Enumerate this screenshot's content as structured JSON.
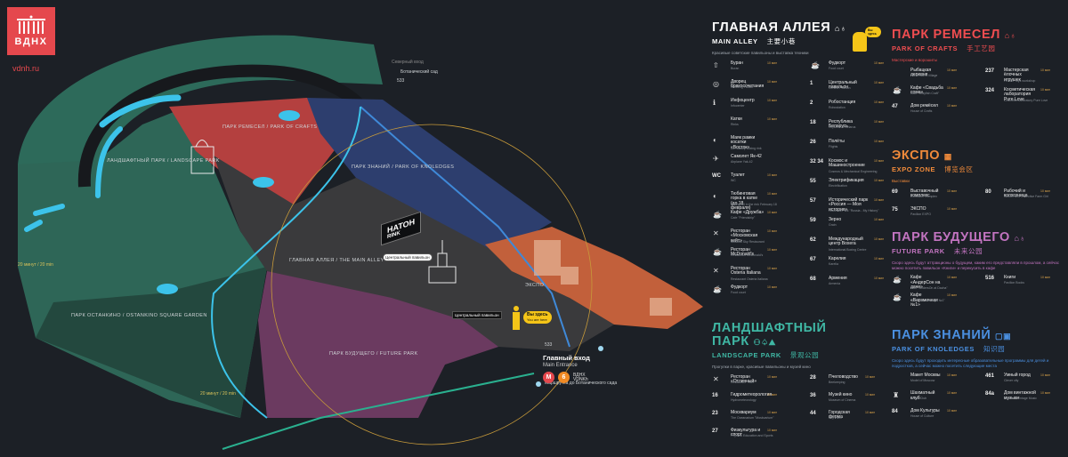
{
  "brand": {
    "logo_text": "ВДНХ",
    "site": "vdnh.ru",
    "accent": "#e5484d"
  },
  "colors": {
    "background": "#1c2026",
    "landscape": "#2d6a5a",
    "crafts": "#b4403f",
    "knowledge": "#2d3e6e",
    "future": "#6b3a60",
    "expo": "#c2603b",
    "main_alley": "#3a3a3c",
    "water": "#3cc3ea",
    "you_are_here": "#f5c518"
  },
  "map": {
    "zone_labels": {
      "landscape": "ЛАНДШАФТНЫЙ ПАРК / LANDSCAPE PARK",
      "crafts": "ПАРК РЕМЕСЕЛ / PARK OF CRAFTS",
      "knowledge": "ПАРК ЗНАНИЙ / PARK OF KNOLEDGES",
      "future": "ПАРК БУДУЩЕГО / FUTURE PARK",
      "main_alley": "ГЛАВНАЯ АЛЛЕЯ / THE MAIN ALLEY",
      "ostankino": "ПАРК ОСТАНКИНО / OSTANKINO SQUARE GARDEN",
      "expo": "ЭКСПО"
    },
    "sign_haton": "HATOH",
    "sign_haton_sub": "RINK",
    "you_are_here": {
      "ru": "Вы здесь",
      "en": "You are here"
    },
    "central_pavilion": "Центральный павильон",
    "north_entrance": "Северный вход",
    "north_stop": "533",
    "botanical": "Ботанический сад",
    "walk_time": "20 минут / 20 min",
    "main_entrance": {
      "ru": "Главный вход",
      "en": "Main Entrance",
      "metro_station": "ВДНХ",
      "metro_station_en": "VDNKh",
      "metro_line": "6"
    },
    "bus_stop": "533",
    "shuttle": "Маршрутка до Ботанического сада"
  },
  "legend": {
    "main_alley": {
      "title": "ГЛАВНАЯ АЛЛЕЯ",
      "en": "MAIN ALLEY",
      "zh": "主要小巷",
      "desc": "Красивые советские павильоны и выставка техники",
      "badge": "Вы здесь",
      "color": "#ffffff",
      "left": [
        {
          "num": "",
          "icon": "rocket",
          "ru": "Буран",
          "en": "Buran",
          "time": "10 мин"
        },
        {
          "num": "",
          "icon": "palace",
          "ru": "Дворец бракосочетания",
          "en": "Wedding Palace",
          "time": "10 мин"
        },
        {
          "num": "",
          "icon": "info",
          "ru": "Инфоцентр",
          "en": "Infocenter",
          "time": "10 мин"
        },
        {
          "num": "",
          "icon": "",
          "ru": "Катки",
          "en": "Rinks",
          "time": "10 мин"
        },
        {
          "num": "",
          "icon": "ice",
          "ru": "Маяк рамки косатки «Восток»",
          "en": "Ice hockey boxing rink",
          "time": ""
        },
        {
          "num": "",
          "icon": "plane",
          "ru": "Самолет Як-42",
          "en": "Airplane Yak-42",
          "time": ""
        },
        {
          "num": "WC",
          "icon": "",
          "ru": "Туалет",
          "en": "WC",
          "time": "10 мин"
        },
        {
          "num": "",
          "icon": "ice",
          "ru": "Тюбинговая горка в катке (до 18 февраля)",
          "en": "Tubing hill in the rink February 18",
          "time": "10 мин"
        },
        {
          "num": "",
          "icon": "cafe",
          "ru": "Кафе «Дружба»",
          "en": "Cafe \"Friendship\"",
          "time": "10 мин"
        },
        {
          "num": "",
          "icon": "restaurant",
          "ru": "Ресторан «Московская кейт»",
          "en": "Moscow Sky Restaurant",
          "time": "10 мин"
        },
        {
          "num": "",
          "icon": "cafe",
          "ru": "Ресторан McDonald's",
          "en": "Restaurant McDonald's",
          "time": "10 мин"
        },
        {
          "num": "",
          "icon": "restaurant",
          "ru": "Ресторан Osteria Italiana",
          "en": "Restaurant Osteria Italiana",
          "time": "10 мин"
        },
        {
          "num": "",
          "icon": "cafe",
          "ru": "Фудкорт",
          "en": "Food court",
          "time": "10 мин"
        }
      ],
      "right": [
        {
          "num": "",
          "icon": "cafe",
          "ru": "Фудкорт",
          "en": "Food court",
          "time": "10 мин"
        },
        {
          "num": "1",
          "icon": "",
          "ru": "Центральный павильон",
          "en": "Central Pavilion",
          "time": "10 мин"
        },
        {
          "num": "2",
          "icon": "",
          "ru": "Робостанция",
          "en": "Robostation",
          "time": "10 мин"
        },
        {
          "num": "18",
          "icon": "",
          "ru": "Республика Беларусь",
          "en": "Republic of Belarus",
          "time": "10 мин"
        },
        {
          "num": "26",
          "icon": "",
          "ru": "Полёты",
          "en": "Flights",
          "time": "10 мин"
        },
        {
          "num": "32 34",
          "icon": "",
          "ru": "Космос и Машиностроение",
          "en": "Cosmos & Mechanical Engineering",
          "time": "10 мин"
        },
        {
          "num": "55",
          "icon": "",
          "ru": "Электрификация",
          "en": "Electrification",
          "time": "10 мин"
        },
        {
          "num": "57",
          "icon": "",
          "ru": "Исторический парк «Россия — Моя история»",
          "en": "Historical Park \"Russia - My History\"",
          "time": "10 мин"
        },
        {
          "num": "59",
          "icon": "",
          "ru": "Зерно",
          "en": "Grain",
          "time": "10 мин"
        },
        {
          "num": "62",
          "icon": "",
          "ru": "Международный центр Boxera",
          "en": "International Boxing Centre",
          "time": "10 мин"
        },
        {
          "num": "67",
          "icon": "",
          "ru": "Карелия",
          "en": "Karelia",
          "time": "10 мин"
        },
        {
          "num": "68",
          "icon": "",
          "ru": "Армения",
          "en": "Armenia",
          "time": "10 мин"
        }
      ]
    },
    "landscape": {
      "title_l1": "ЛАНДШАФТНЫЙ",
      "title_l2": "ПАРК",
      "en": "LANDSCAPE PARK",
      "zh": "景观公园",
      "desc": "Прогулки в парке, красивые павильоны и музей кино",
      "color": "#3fb7a4",
      "left": [
        {
          "num": "",
          "icon": "restaurant",
          "ru": "Ресторан «Отличный»",
          "en": "Restaurant \"Otel\"",
          "time": "10 мин"
        },
        {
          "num": "16",
          "icon": "",
          "ru": "Гидрометеорология",
          "en": "Hydrometeorology",
          "time": "10 мин"
        },
        {
          "num": "23",
          "icon": "",
          "ru": "Москвариум",
          "en": "The Oceanarium \"Moskvarium\"",
          "time": "10 мин"
        },
        {
          "num": "27",
          "icon": "",
          "ru": "Физкультура и спорт",
          "en": "Physical Education and Sports",
          "time": "10 мин"
        }
      ],
      "right": [
        {
          "num": "28",
          "icon": "",
          "ru": "Пчеловодство",
          "en": "Beekeeping",
          "time": "10 мин"
        },
        {
          "num": "36",
          "icon": "",
          "ru": "Музей кино",
          "en": "Museum of Cinema",
          "time": "10 мин"
        },
        {
          "num": "44",
          "icon": "",
          "ru": "Городская ферма",
          "en": "City Farm",
          "time": "10 мин"
        }
      ]
    },
    "crafts": {
      "title": "ПАРК РЕМЕСЕЛ",
      "en": "PARK OF CRAFTS",
      "zh": "手工艺园",
      "desc": "Мастерские и ворошиты",
      "color": "#ef4d50",
      "left": [
        {
          "num": "",
          "icon": "",
          "ru": "Рыбацкая деревня",
          "en": "Fisherman's Village",
          "time": "10 мин"
        },
        {
          "num": "",
          "icon": "cafe",
          "ru": "Кафе «Свадьба сома»",
          "en": "Cafe \"Crayfish Craft\"",
          "time": "10 мин"
        },
        {
          "num": "47",
          "icon": "",
          "ru": "Дом ремёсел",
          "en": "House of Crafts",
          "time": "10 мин"
        }
      ],
      "right": [
        {
          "num": "237",
          "icon": "",
          "ru": "Мастерская ёлочных игрушек",
          "en": "Fir-tree Toys workshop",
          "time": "10 мин"
        },
        {
          "num": "324",
          "icon": "",
          "ru": "Косметическая лаборатория Pure Love",
          "en": "Cosmetic Laboratory Pure Love",
          "time": "10 мин"
        }
      ]
    },
    "expo": {
      "title": "ЭКСПО",
      "en": "EXPO ZONE",
      "zh": "博览会区",
      "desc": "Выставки",
      "color": "#f08a3a",
      "left": [
        {
          "num": "69",
          "icon": "",
          "ru": "Выставочный комплекс",
          "en": "Exhibition Complex",
          "time": "10 мин"
        },
        {
          "num": "75",
          "icon": "",
          "ru": "ЭКСПО",
          "en": "Pavilion EXPO",
          "time": "10 мин"
        }
      ],
      "right": [
        {
          "num": "80",
          "icon": "",
          "ru": "Рабочий и колхозница",
          "en": "Worker and Collective Farm Girl",
          "time": "10 мин"
        }
      ]
    },
    "future": {
      "title": "ПАРК БУДУЩЕГО",
      "en": "FUTURE PARK",
      "zh": "未来公园",
      "desc": "Скоро здесь будут аттракционы о будущем, каким его представляли в прошлом, а сейчас можно посетить павильон «Книги» и перекусить в кафе",
      "color": "#c274c0",
      "left": [
        {
          "num": "",
          "icon": "cafe",
          "ru": "Кафе «АндерСон на даче»",
          "en": "Cafe \"AndersOn at Dacha\"",
          "time": "10 мин"
        },
        {
          "num": "",
          "icon": "cafe",
          "ru": "Кафе «Варзмочная №1»",
          "en": "Cafe \"Varenichnaya №1\"",
          "time": "10 мин"
        }
      ],
      "right": [
        {
          "num": "516",
          "icon": "",
          "ru": "Книги",
          "en": "Pavilion Books",
          "time": "10 мин"
        }
      ]
    },
    "knowledge": {
      "title": "ПАРК ЗНАНИЙ",
      "en": "PARK OF KNOLEDGES",
      "zh": "知识园",
      "desc": "Скоро здесь будут проходить интересные образовательные программы для детей и подростков, а сейчас можно посетить следующие места",
      "color": "#4a8fe0",
      "left": [
        {
          "num": "",
          "icon": "",
          "ru": "Макет Москвы",
          "en": "Model of Moscow",
          "time": "10 мин"
        },
        {
          "num": "",
          "icon": "chess",
          "ru": "Шахматный клуб",
          "en": "Chess Club",
          "time": "10 мин"
        },
        {
          "num": "84",
          "icon": "",
          "ru": "Дом Культуры",
          "en": "House of Culture",
          "time": "10 мин"
        }
      ],
      "right": [
        {
          "num": "461",
          "icon": "",
          "ru": "Умный город",
          "en": "Clever city",
          "time": "10 мин"
        },
        {
          "num": "84a",
          "icon": "",
          "ru": "Дом винтажной музыки",
          "en": "House of Vintage Music",
          "time": "10 мин"
        }
      ]
    }
  }
}
